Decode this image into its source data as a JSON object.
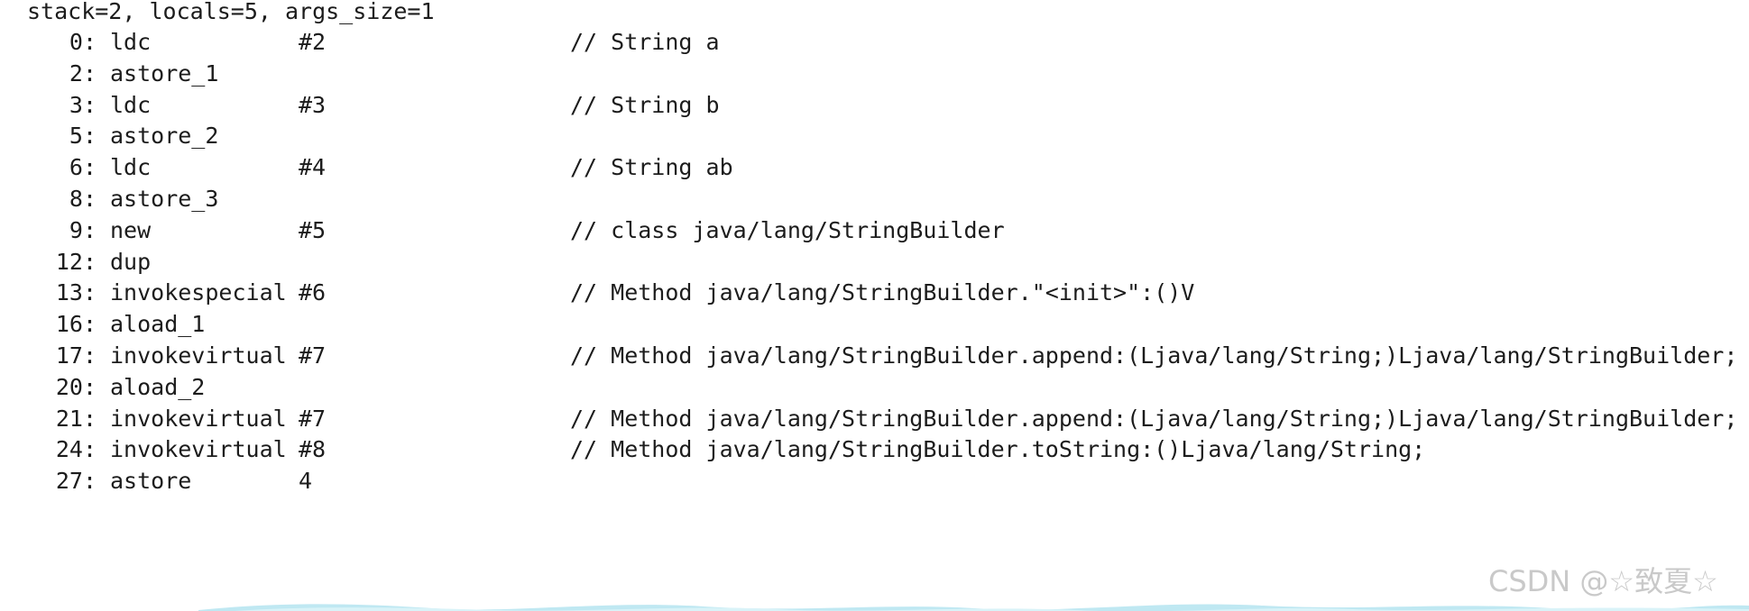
{
  "header": {
    "text": "stack=2, locals=5, args_size=1"
  },
  "instructions": [
    {
      "offset": "0:",
      "opcode": "ldc",
      "operand": "#2",
      "comment": "// String a"
    },
    {
      "offset": "2:",
      "opcode": "astore_1",
      "operand": "",
      "comment": ""
    },
    {
      "offset": "3:",
      "opcode": "ldc",
      "operand": "#3",
      "comment": "// String b"
    },
    {
      "offset": "5:",
      "opcode": "astore_2",
      "operand": "",
      "comment": ""
    },
    {
      "offset": "6:",
      "opcode": "ldc",
      "operand": "#4",
      "comment": "// String ab"
    },
    {
      "offset": "8:",
      "opcode": "astore_3",
      "operand": "",
      "comment": ""
    },
    {
      "offset": "9:",
      "opcode": "new",
      "operand": "#5",
      "comment": "// class java/lang/StringBuilder"
    },
    {
      "offset": "12:",
      "opcode": "dup",
      "operand": "",
      "comment": ""
    },
    {
      "offset": "13:",
      "opcode": "invokespecial",
      "operand": "#6",
      "comment": "// Method java/lang/StringBuilder.\"<init>\":()V"
    },
    {
      "offset": "16:",
      "opcode": "aload_1",
      "operand": "",
      "comment": ""
    },
    {
      "offset": "17:",
      "opcode": "invokevirtual",
      "operand": "#7",
      "comment": "// Method java/lang/StringBuilder.append:(Ljava/lang/String;)Ljava/lang/StringBuilder;"
    },
    {
      "offset": "20:",
      "opcode": "aload_2",
      "operand": "",
      "comment": ""
    },
    {
      "offset": "21:",
      "opcode": "invokevirtual",
      "operand": "#7",
      "comment": "// Method java/lang/StringBuilder.append:(Ljava/lang/String;)Ljava/lang/StringBuilder;"
    },
    {
      "offset": "24:",
      "opcode": "invokevirtual",
      "operand": "#8",
      "comment": "// Method java/lang/StringBuilder.toString:()Ljava/lang/String;"
    },
    {
      "offset": "27:",
      "opcode": "astore",
      "operand": "4",
      "comment": ""
    }
  ],
  "watermark": {
    "text": "CSDN @☆致夏☆"
  },
  "colors": {
    "text": "#1c1c1c",
    "background": "#ffffff",
    "watermark": "#c9c9c9",
    "wave": "#bfe8f2"
  }
}
